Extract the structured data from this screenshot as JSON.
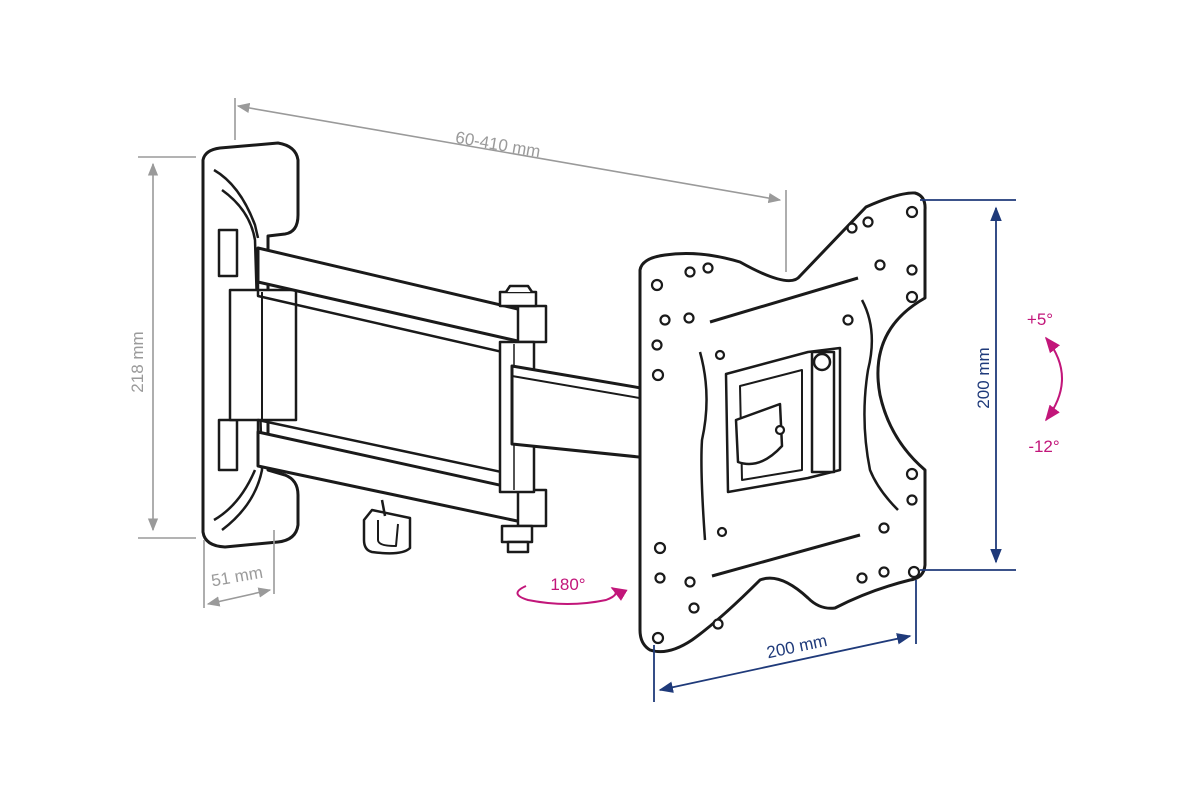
{
  "dimensions": {
    "arm_length": "60-410 mm",
    "wall_plate_height": "218 mm",
    "wall_plate_depth": "51 mm",
    "vesa_height": "200 mm",
    "vesa_width": "200 mm"
  },
  "angles": {
    "swivel": "180°",
    "tilt_up": "+5°",
    "tilt_down": "-12°"
  },
  "colors": {
    "dimension_gray": "#9a9a9a",
    "vesa_blue": "#1f3a7a",
    "angle_magenta": "#c2167a",
    "outline": "#1a1a1a"
  }
}
